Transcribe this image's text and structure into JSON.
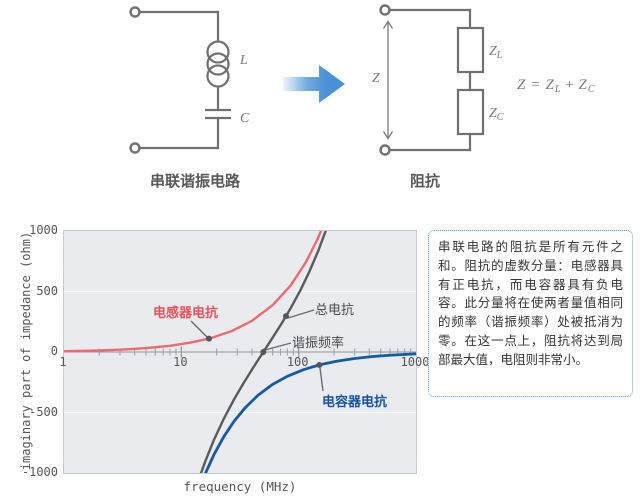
{
  "diagram": {
    "left": {
      "caption": "串联谐振电路",
      "inductor_label": "L",
      "capacitor_label": "C"
    },
    "arrow": {
      "color": "#4a8fd4"
    },
    "right": {
      "caption": "阻抗",
      "z_label": "Z",
      "zl_main": "Z",
      "zl_sub": "L",
      "zc_main": "Z",
      "zc_sub": "C",
      "equation": {
        "lhs": "Z",
        "eq": "=",
        "t1": "Z",
        "t1_sub": "L",
        "plus": "+",
        "t2": "Z",
        "t2_sub": "C"
      }
    }
  },
  "chart_data": {
    "type": "line",
    "xlabel": "frequency (MHz)",
    "ylabel": "imaginary part of impedance (ohm)",
    "x_scale": "log",
    "xlim": [
      1,
      1000
    ],
    "ylim": [
      -1000,
      1000
    ],
    "x_ticks": [
      1,
      10,
      100,
      1000
    ],
    "x_tick_labels": [
      "1",
      "10",
      "100",
      "1000"
    ],
    "y_ticks": [
      1000,
      500,
      0,
      -500,
      -1000
    ],
    "y_tick_labels": [
      "1000",
      "500",
      "0",
      "-500",
      "-1000"
    ],
    "grid_y": [
      500,
      -500
    ],
    "legend_position": "inline-annotations",
    "resonant_frequency_mhz": 50,
    "series": [
      {
        "name": "电感器电抗",
        "color": "#ee6a70",
        "width": 2.4,
        "points": [
          [
            1,
            6.4
          ],
          [
            1.5,
            9.7
          ],
          [
            2,
            12.9
          ],
          [
            3,
            19.3
          ],
          [
            5,
            32.2
          ],
          [
            8,
            51.5
          ],
          [
            12,
            77.3
          ],
          [
            18,
            115.9
          ],
          [
            27,
            173.9
          ],
          [
            40,
            257.6
          ],
          [
            60,
            386.4
          ],
          [
            85,
            547.4
          ],
          [
            115,
            740.6
          ],
          [
            145,
            933.8
          ],
          [
            166,
            1069
          ]
        ]
      },
      {
        "name": "电容器电抗",
        "color": "#1659a5",
        "width": 2.8,
        "points": [
          [
            14,
            -1150
          ],
          [
            16,
            -1006
          ],
          [
            19,
            -847
          ],
          [
            23,
            -700
          ],
          [
            28,
            -575
          ],
          [
            35,
            -460
          ],
          [
            45,
            -358
          ],
          [
            60,
            -268
          ],
          [
            80,
            -201
          ],
          [
            110,
            -146
          ],
          [
            150,
            -107
          ],
          [
            210,
            -77
          ],
          [
            300,
            -54
          ],
          [
            430,
            -37
          ],
          [
            620,
            -26
          ],
          [
            820,
            -20
          ],
          [
            1000,
            -16
          ]
        ]
      },
      {
        "name": "总电抗",
        "color": "#595a5e",
        "width": 2.4,
        "points": [
          [
            14.5,
            -1017
          ],
          [
            16,
            -903
          ],
          [
            19,
            -725
          ],
          [
            23,
            -552
          ],
          [
            28,
            -395
          ],
          [
            34,
            -255
          ],
          [
            41,
            -129
          ],
          [
            50,
            0
          ],
          [
            60,
            118
          ],
          [
            72,
            240
          ],
          [
            86,
            367
          ],
          [
            103,
            507
          ],
          [
            123,
            661
          ],
          [
            147,
            837
          ],
          [
            172,
            1014
          ]
        ]
      }
    ],
    "annotations": [
      {
        "text": "电感器电抗",
        "color": "#e8545b",
        "bold": true,
        "label_left": 143,
        "label_top": 84,
        "dot_f": 17.2,
        "dot_v": 111,
        "leader": [
          [
            127,
            90
          ],
          [
            143,
            106
          ]
        ]
      },
      {
        "text": "总电抗",
        "color": "#4a4a4e",
        "bold": false,
        "label_left": 305,
        "label_top": 81,
        "dot_f": 78,
        "dot_v": 296,
        "leader": [
          [
            250,
            79
          ],
          [
            224,
            87
          ]
        ]
      },
      {
        "text": "谐振频率",
        "color": "#4a4a4e",
        "bold": false,
        "label_left": 282,
        "label_top": 114,
        "dot_f": 50,
        "dot_v": 0,
        "leader": [
          [
            227,
            112
          ],
          [
            201,
            119
          ]
        ]
      },
      {
        "text": "电容器电抗",
        "color": "#15539e",
        "bold": true,
        "label_left": 312,
        "label_top": 173,
        "dot_f": 150,
        "dot_v": -107,
        "leader": [
          [
            256,
            137
          ],
          [
            259,
            160
          ]
        ]
      }
    ]
  },
  "note": {
    "text": "串联电路的阻抗是所有元件之和。阻抗的虚数分量：电感器具有正电抗，而电容器具有负电容。此分量将在使两者量值相同的频率（谐振频率）处被抵消为零。在这一点上，阻抗将达到局部最大值，电阻则非常小。",
    "border_color": "#5f9fd6"
  }
}
